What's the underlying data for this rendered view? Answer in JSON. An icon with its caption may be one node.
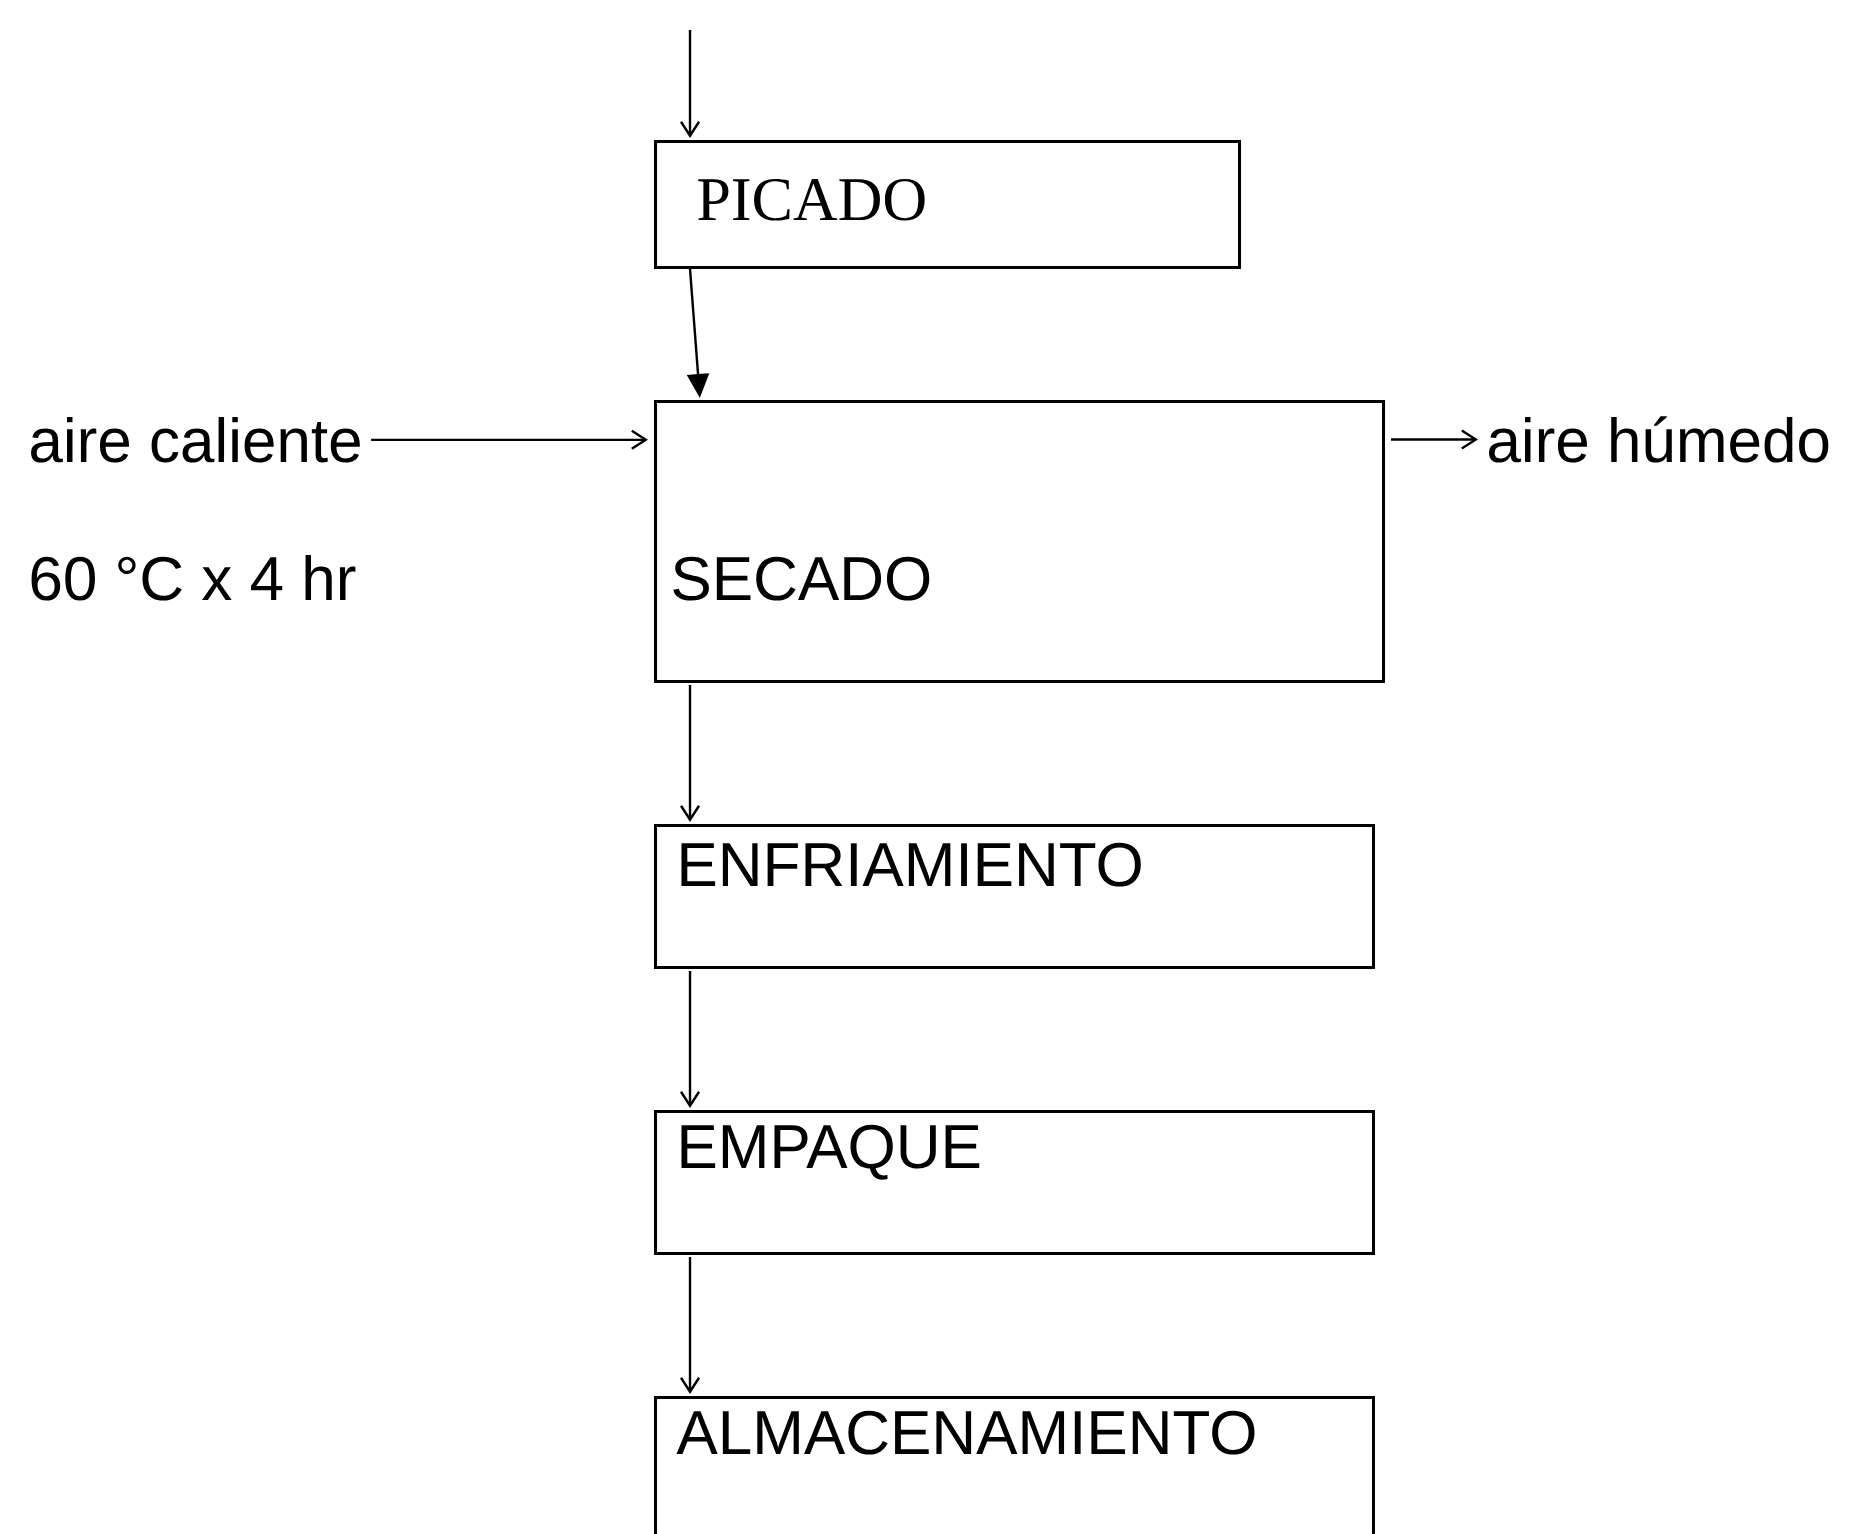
{
  "diagram": {
    "nodes": [
      {
        "text": [
          "PICADO"
        ]
      },
      {
        "text": [
          "SECADO"
        ]
      },
      {
        "text": [
          "ENFRIAMIENTO"
        ]
      },
      {
        "text": [
          "EMPAQUE"
        ]
      },
      {
        "text": [
          "ALMACENAMIENTO"
        ]
      },
      {
        "text": [
          "aire caliente"
        ],
        "beside": [
          "60 °C x 4 hr"
        ]
      },
      {
        "text": [
          "aire húmedo"
        ]
      }
    ],
    "edges": [
      {
        "from": null,
        "to": 0,
        "arrow": "to"
      },
      {
        "from": 0,
        "to": 1,
        "arrow": "to"
      },
      {
        "from": 1,
        "to": 2,
        "arrow": "to"
      },
      {
        "from": 2,
        "to": 3,
        "arrow": "to"
      },
      {
        "from": 3,
        "to": 4,
        "arrow": "to"
      },
      {
        "from": 5,
        "to": 1,
        "arrow": "to"
      },
      {
        "from": 1,
        "to": 6,
        "arrow": "to"
      }
    ]
  }
}
